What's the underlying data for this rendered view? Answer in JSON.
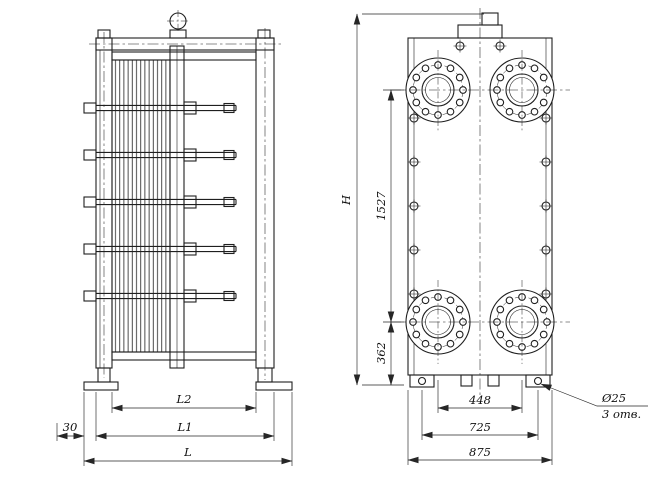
{
  "page": {
    "background": "#ffffff",
    "line_color": "#1f1f1f"
  },
  "side_view": {
    "dim_l2": "L2",
    "dim_l1": "L1",
    "dim_l": "L",
    "dim_30": "30"
  },
  "front_view": {
    "dim_h": "H",
    "dim_1527": "1527",
    "dim_362": "362",
    "dim_448": "448",
    "dim_725": "725",
    "dim_875": "875",
    "hole_note_dia": "Ø25",
    "hole_note_count": "3 отв."
  }
}
